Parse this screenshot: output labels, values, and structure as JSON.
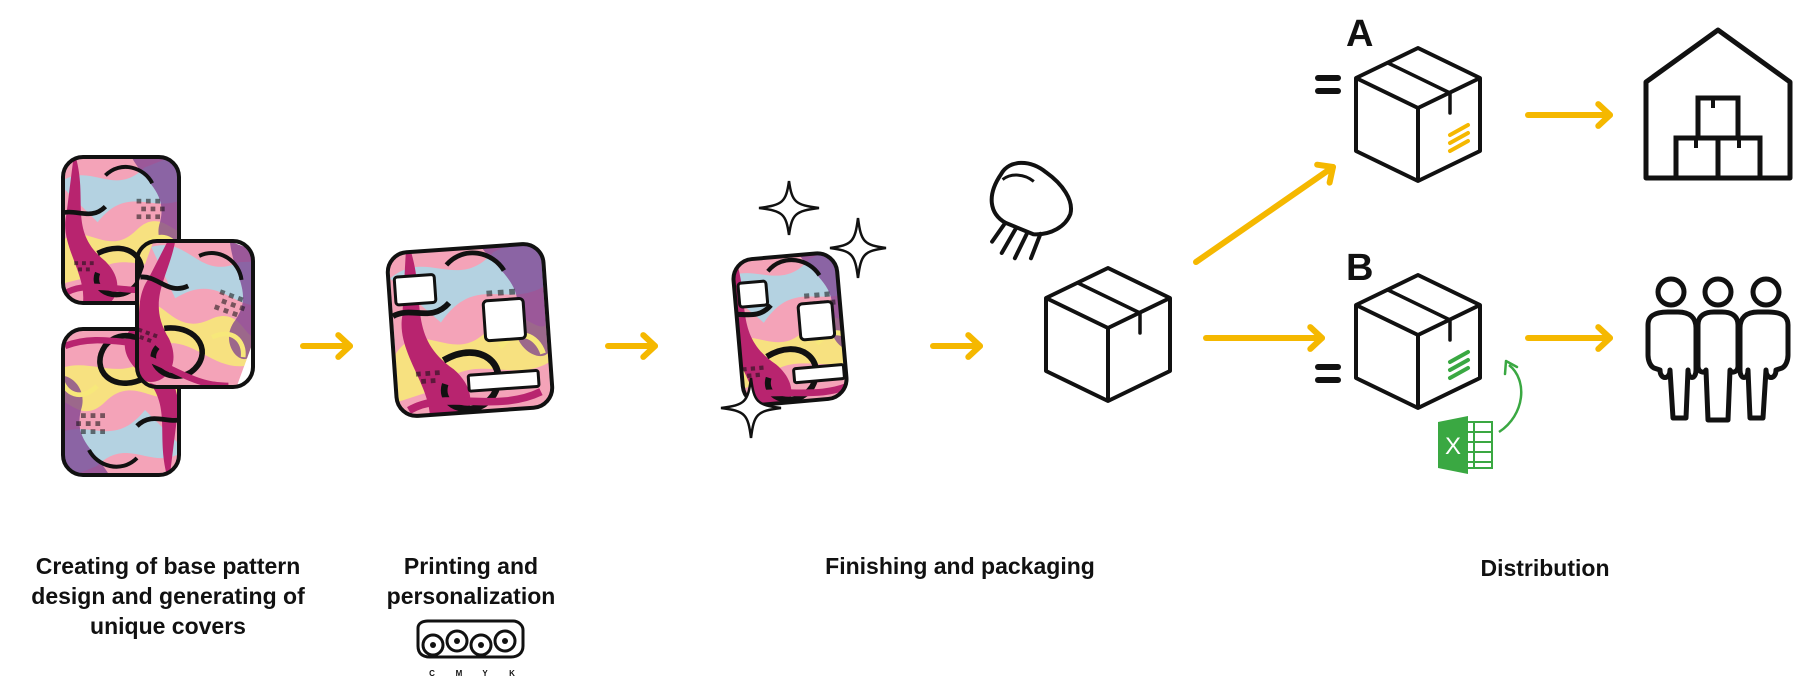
{
  "stages": [
    {
      "id": "design",
      "label": "Creating of base pattern design and generating of unique covers"
    },
    {
      "id": "printing",
      "label": "Printing and personalization"
    },
    {
      "id": "finishing",
      "label": "Finishing and packaging"
    },
    {
      "id": "distribution",
      "label": "Distribution"
    }
  ],
  "variants": {
    "a": "A",
    "b": "B"
  },
  "press": {
    "channels": [
      "C",
      "M",
      "Y",
      "K"
    ]
  },
  "spreadsheet_letter": "X",
  "colors": {
    "arrow": "#f5b800",
    "outline": "#111111",
    "spreadsheet_green": "#3aa842",
    "cover_pink": "#f4a3b8",
    "cover_magenta": "#b8246f",
    "cover_yellow": "#f7e87a",
    "cover_cyan": "#a8dbe8",
    "cover_purple": "#7d3f8f"
  }
}
